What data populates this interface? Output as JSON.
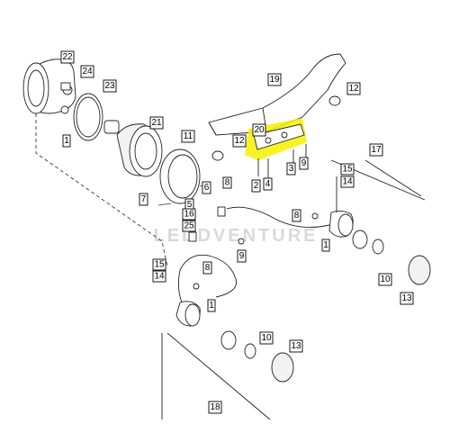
{
  "diagram": {
    "watermark": "LEDDVENTURE",
    "highlight_color": "#f5f000",
    "callouts": [
      {
        "id": "c22",
        "label": "22"
      },
      {
        "id": "c24",
        "label": "24"
      },
      {
        "id": "c23",
        "label": "23"
      },
      {
        "id": "c1a",
        "label": "1"
      },
      {
        "id": "c21",
        "label": "21"
      },
      {
        "id": "c11",
        "label": "11"
      },
      {
        "id": "c19",
        "label": "19"
      },
      {
        "id": "c12a",
        "label": "12"
      },
      {
        "id": "c20",
        "label": "20"
      },
      {
        "id": "c12b",
        "label": "12"
      },
      {
        "id": "c2",
        "label": "2"
      },
      {
        "id": "c4",
        "label": "4"
      },
      {
        "id": "c3",
        "label": "3"
      },
      {
        "id": "c9a",
        "label": "9"
      },
      {
        "id": "c17",
        "label": "17"
      },
      {
        "id": "c15a",
        "label": "15"
      },
      {
        "id": "c14a",
        "label": "14"
      },
      {
        "id": "c7",
        "label": "7"
      },
      {
        "id": "c6",
        "label": "6"
      },
      {
        "id": "c5",
        "label": "5"
      },
      {
        "id": "c8a",
        "label": "8"
      },
      {
        "id": "c16",
        "label": "16"
      },
      {
        "id": "c25",
        "label": "25"
      },
      {
        "id": "c9b",
        "label": "9"
      },
      {
        "id": "c8b",
        "label": "8"
      },
      {
        "id": "c1b",
        "label": "1"
      },
      {
        "id": "c15b",
        "label": "15"
      },
      {
        "id": "c14b",
        "label": "14"
      },
      {
        "id": "c8c",
        "label": "8"
      },
      {
        "id": "c1c",
        "label": "1"
      },
      {
        "id": "c10a",
        "label": "10"
      },
      {
        "id": "c13a",
        "label": "13"
      },
      {
        "id": "c10b",
        "label": "10"
      },
      {
        "id": "c13b",
        "label": "13"
      },
      {
        "id": "c18",
        "label": "18"
      }
    ]
  }
}
